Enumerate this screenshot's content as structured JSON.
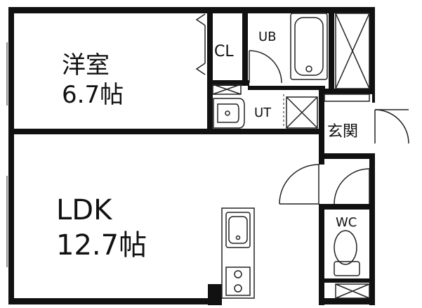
{
  "rooms": {
    "western_room": {
      "name": "洋室",
      "size": "6.7帖"
    },
    "ldk": {
      "name": "LDK",
      "size": "12.7帖"
    },
    "closet": {
      "name": "CL"
    },
    "unit_bath": {
      "name": "UB"
    },
    "utility": {
      "name": "UT"
    },
    "entrance": {
      "name": "玄関"
    },
    "toilet": {
      "name": "WC"
    }
  },
  "colors": {
    "wall": "#111111",
    "background": "#ffffff",
    "line": "#222222"
  },
  "icons": [
    "bathtub-icon",
    "washbasin-icon",
    "washing-machine-icon",
    "kitchen-sink-icon",
    "stove-icon",
    "toilet-icon",
    "storage-cross-icon",
    "door-swing-icon"
  ]
}
